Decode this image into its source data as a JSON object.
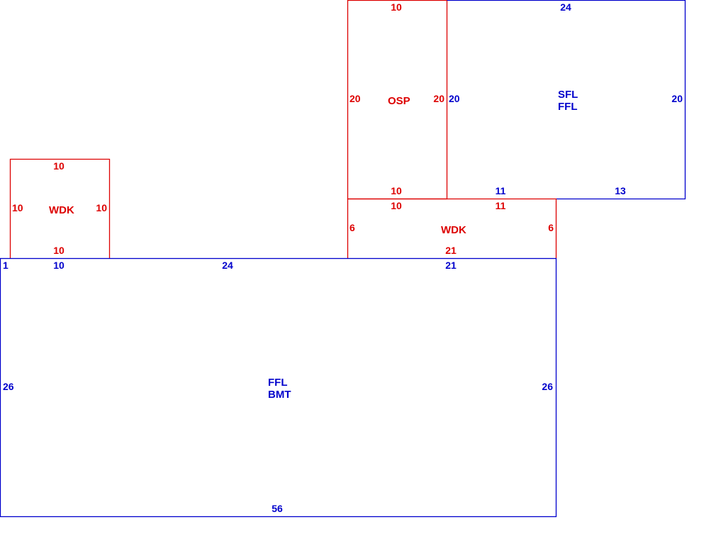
{
  "colors": {
    "red": "#dd0000",
    "blue": "#0000cc"
  },
  "areas": {
    "osp": {
      "name": "OSP",
      "top": "10",
      "left": "20",
      "right": "20",
      "bottom": "10"
    },
    "sfl_ffl": {
      "name_line1": "SFL",
      "name_line2": "FFL",
      "top": "24",
      "left": "20",
      "right": "20",
      "bottom_left": "11",
      "bottom_right": "13"
    },
    "wdk_left": {
      "name": "WDK",
      "top": "10",
      "left": "10",
      "right": "10",
      "bottom": "10"
    },
    "wdk_right": {
      "name": "WDK",
      "top_left": "10",
      "top_right": "11",
      "left": "6",
      "right": "6",
      "bottom": "21"
    },
    "ffl_bmt": {
      "name_line1": "FFL",
      "name_line2": "BMT",
      "corner": "1",
      "top_1": "10",
      "top_2": "24",
      "top_3": "21",
      "left": "26",
      "right": "26",
      "bottom": "56"
    }
  }
}
